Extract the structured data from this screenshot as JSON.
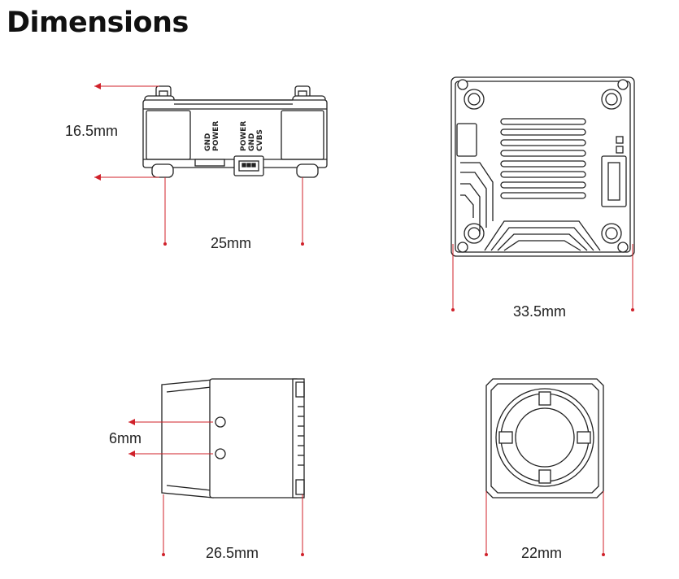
{
  "title": "Dimensions",
  "dimensions": {
    "top_height": "16.5mm",
    "top_width": "25mm",
    "front_width": "33.5mm",
    "side_spacing": "6mm",
    "side_length": "26.5mm",
    "lens_width": "22mm"
  },
  "pin_labels": {
    "left_group": [
      "GND",
      "POWER"
    ],
    "right_group": [
      "POWER",
      "GND",
      "CVBS"
    ]
  },
  "colors": {
    "dimension_line": "#d0212a",
    "outline": "#222222",
    "fill": "#ffffff"
  }
}
